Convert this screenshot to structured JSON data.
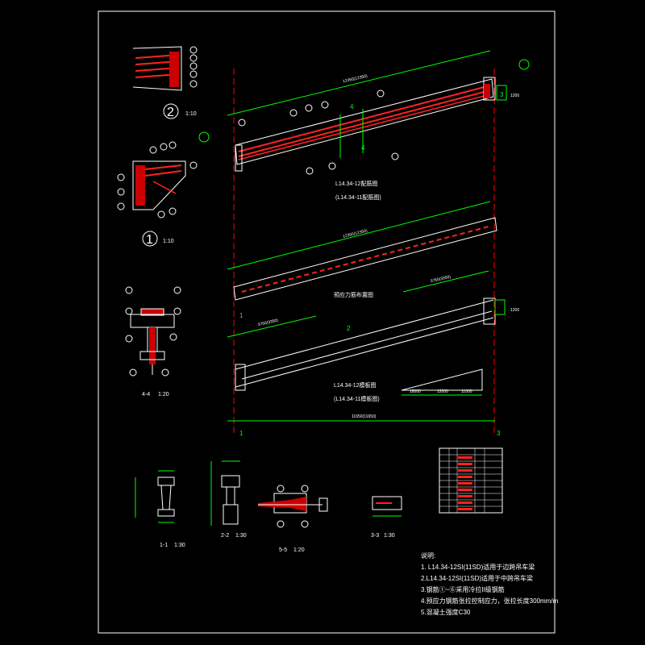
{
  "colors": {
    "background": "#000000",
    "frame": "#ffffff",
    "dimension": "#00ff00",
    "rebar": "#ff2a2a",
    "axis": "#ff0000"
  },
  "detail2": {
    "label": "2",
    "scale": "1:10"
  },
  "detail1": {
    "label": "1",
    "scale": "1:10"
  },
  "section44": {
    "label": "4-4",
    "scale": "1:20"
  },
  "section11": {
    "label": "1-1",
    "scale": "1:30"
  },
  "section22": {
    "label": "2-2",
    "scale": "1:30"
  },
  "section55": {
    "label": "5-5",
    "scale": "1:20"
  },
  "section33": {
    "label": "3-3",
    "scale": "1:30"
  },
  "top_beam": {
    "overall_dim": "12350(12350)",
    "caption1": "L14.34-12配筋图",
    "caption2": "(L14.34-11配筋图)",
    "cut_mark": "4",
    "end_dim": "1200"
  },
  "middle_beam": {
    "overall_dim": "12350(12350)",
    "title": "预应力筋布置图"
  },
  "bottom_beam": {
    "overall_dim": "11650(11650)",
    "caption1": "L14.34-12模板图",
    "caption2": "(L14.34-11模板图)",
    "dim_left": "3750(3350)",
    "dim_right": "3750(3350)",
    "cut_mark_1": "1",
    "cut_mark_2": "2",
    "end_dim": "1200"
  },
  "triangle": {
    "dims": [
      "18000",
      "12000",
      "11000"
    ]
  },
  "axes": {
    "left": "1",
    "right": "3"
  },
  "notes": {
    "heading": "说明:",
    "items": [
      "1. L14.34-12SI(11SD)适用于边跨吊车梁",
      "2.L14.34-12SI(11SD)适用于中跨吊车梁",
      "3.钢筋①~⑥采用冷拉II级钢筋",
      "4.预应力钢筋张拉控制应力，张拉长度300mm/m",
      "5.混凝土强度C30"
    ]
  }
}
